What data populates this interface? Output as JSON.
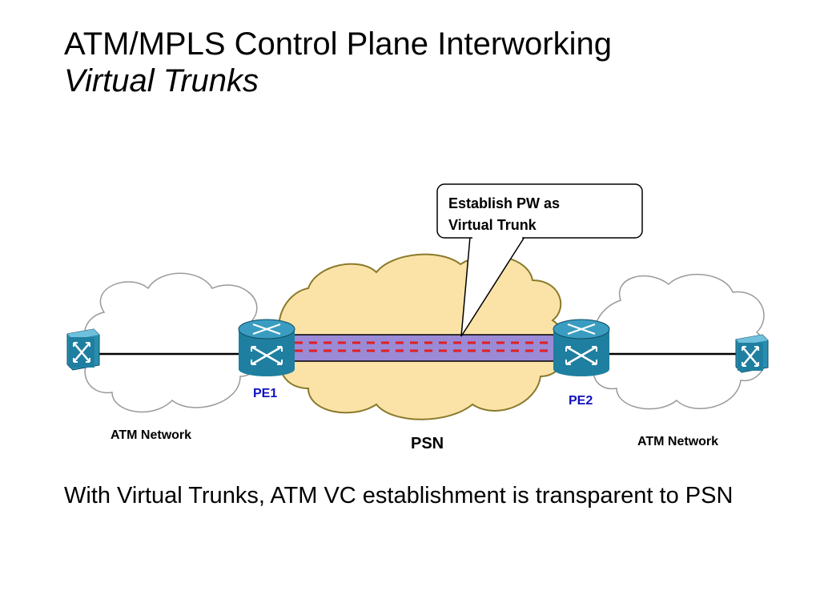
{
  "slide": {
    "title": "ATM/MPLS Control Plane Interworking",
    "subtitle": "Virtual Trunks",
    "body": "With Virtual Trunks, ATM VC establishment is transparent to PSN"
  },
  "diagram": {
    "callout": {
      "line1": "Establish PW as",
      "line2": "Virtual Trunk"
    },
    "pe1_label": "PE1",
    "pe2_label": "PE2",
    "left_network_label": "ATM Network",
    "right_network_label": "ATM Network",
    "core_label": "PSN",
    "colors": {
      "psn_cloud": "#fbe3a8",
      "psn_outline": "#8a7a2a",
      "atm_cloud_outline": "#9a9a9a",
      "router": "#1f7fa0",
      "pw_fill": "#9b8ad6",
      "pw_dashes": "#e02020",
      "pe_label": "#1010c0"
    },
    "icons": [
      "atm-switch-icon",
      "router-icon"
    ]
  }
}
